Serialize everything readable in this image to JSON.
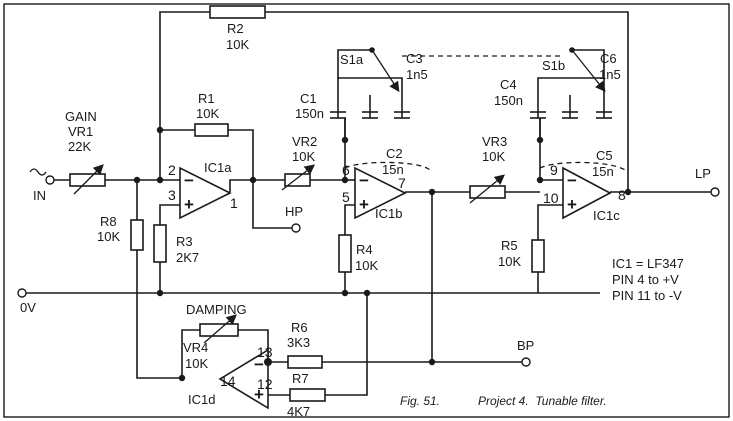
{
  "terminals": {
    "input": "IN",
    "ground": "0V",
    "high_pass": "HP",
    "band_pass": "BP",
    "low_pass": "LP"
  },
  "components": {
    "vr1": {
      "function": "GAIN",
      "ref": "VR1",
      "value": "22K"
    },
    "r1": {
      "ref": "R1",
      "value": "10K"
    },
    "r2": {
      "ref": "R2",
      "value": "10K"
    },
    "r3": {
      "ref": "R3",
      "value": "2K7"
    },
    "r4": {
      "ref": "R4",
      "value": "10K"
    },
    "r5": {
      "ref": "R5",
      "value": "10K"
    },
    "r6": {
      "ref": "R6",
      "value": "3K3"
    },
    "r7": {
      "ref": "R7",
      "value": "4K7"
    },
    "r8": {
      "ref": "R8",
      "value": "10K"
    },
    "vr2": {
      "ref": "VR2",
      "value": "10K"
    },
    "vr3": {
      "ref": "VR3",
      "value": "10K"
    },
    "vr4": {
      "function": "DAMPING",
      "ref": "VR4",
      "value": "10K"
    },
    "c1": {
      "ref": "C1",
      "value": "150n"
    },
    "c2": {
      "ref": "C2",
      "value": "15n"
    },
    "c3": {
      "ref": "C3",
      "value": "1n5"
    },
    "c4": {
      "ref": "C4",
      "value": "150n"
    },
    "c5": {
      "ref": "C5",
      "value": "15n"
    },
    "c6": {
      "ref": "C6",
      "value": "1n5"
    },
    "s1a": {
      "ref": "S1a"
    },
    "s1b": {
      "ref": "S1b"
    }
  },
  "opamps": {
    "ic1a": {
      "ref": "IC1a",
      "inv_pin": "2",
      "noninv_pin": "3",
      "out_pin": "1"
    },
    "ic1b": {
      "ref": "IC1b",
      "inv_pin": "6",
      "noninv_pin": "5",
      "out_pin": "7"
    },
    "ic1c": {
      "ref": "IC1c",
      "inv_pin": "9",
      "noninv_pin": "10",
      "out_pin": "8"
    },
    "ic1d": {
      "ref": "IC1d",
      "inv_pin": "13",
      "noninv_pin": "12",
      "out_pin": "14"
    }
  },
  "notes": {
    "line1": "IC1 = LF347",
    "line2": "PIN 4 to +V",
    "line3": "PIN 11 to -V"
  },
  "caption": {
    "fig": "Fig. 51.",
    "title": "Project 4.  Tunable filter."
  }
}
